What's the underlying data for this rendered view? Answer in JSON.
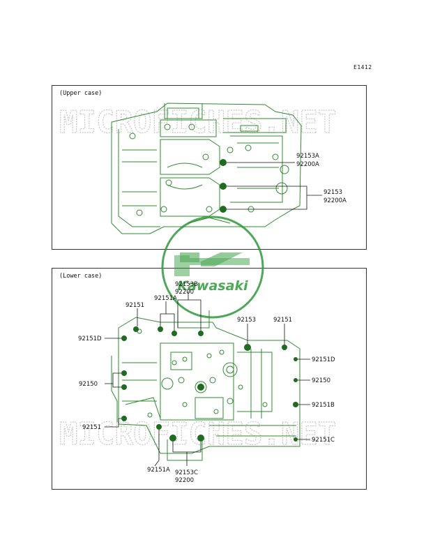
{
  "page_code": "E1412",
  "colors": {
    "line": "#2e8b2e",
    "bolt": "#1f6b1f",
    "frame": "#333333",
    "watermark": "#c7c7c7",
    "logo": "#2f9a3a"
  },
  "watermark": {
    "text": "MICROFICHES.NET"
  },
  "logo": {
    "text": "Kawasaki"
  },
  "upper_case": {
    "title": "(Upper case)",
    "callouts": [
      {
        "part": "92153A",
        "sub": "92200A"
      },
      {
        "part": "92153",
        "sub": "92200A"
      }
    ]
  },
  "lower_case": {
    "title": "(Lower case)",
    "callouts": {
      "top_center": {
        "part": "92153B",
        "sub": "92200"
      },
      "top_a": "92151A",
      "top_left": "92151",
      "left_d": "92151D",
      "left_150": "92150",
      "left_151": "92151",
      "bottom_a": "92151A",
      "bottom_center": {
        "part": "92153C",
        "sub": "92200"
      },
      "right_153": "92153",
      "right_151": "92151",
      "right_d": "92151D",
      "right_150": "92150",
      "right_b": "92151B",
      "right_c": "92151C"
    }
  }
}
